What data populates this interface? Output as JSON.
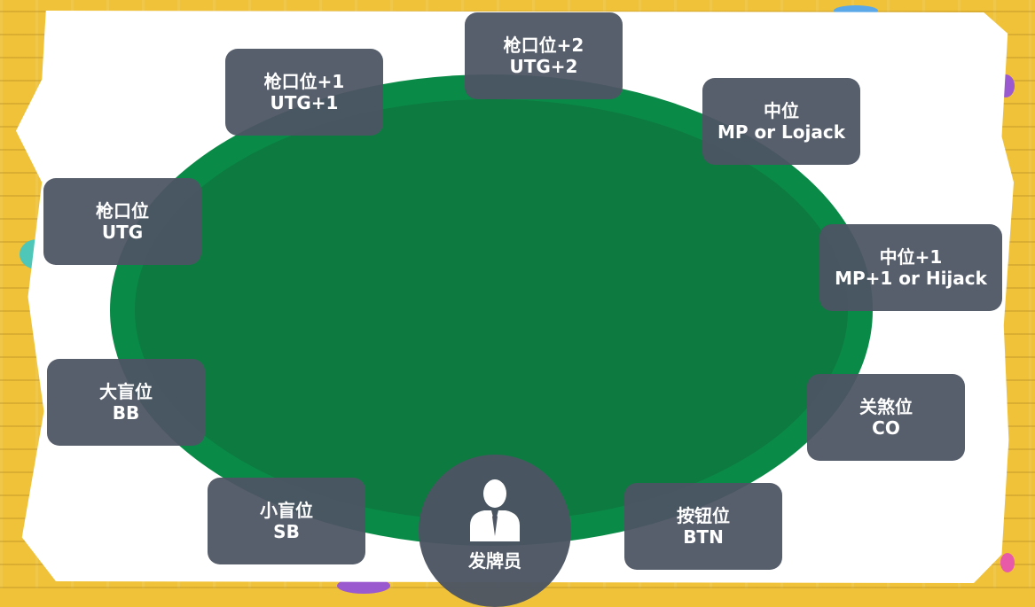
{
  "seats": {
    "utg2": {
      "cn": "枪口位+2",
      "en": "UTG+2"
    },
    "utg1": {
      "cn": "枪口位+1",
      "en": "UTG+1"
    },
    "mp": {
      "cn": "中位",
      "en": "MP or Lojack"
    },
    "utg": {
      "cn": "枪口位",
      "en": "UTG"
    },
    "mp1": {
      "cn": "中位+1",
      "en": "MP+1 or Hijack"
    },
    "bb": {
      "cn": "大盲位",
      "en": "BB"
    },
    "co": {
      "cn": "关煞位",
      "en": "CO"
    },
    "sb": {
      "cn": "小盲位",
      "en": "SB"
    },
    "btn": {
      "cn": "按钮位",
      "en": "BTN"
    }
  },
  "dealer": {
    "label": "发牌员",
    "icon": "person-icon"
  },
  "colors": {
    "table_outer": "#0a8a47",
    "table_inner": "#0d7a40",
    "seat_bg": "#4c5463",
    "background": "#f0c23a"
  }
}
